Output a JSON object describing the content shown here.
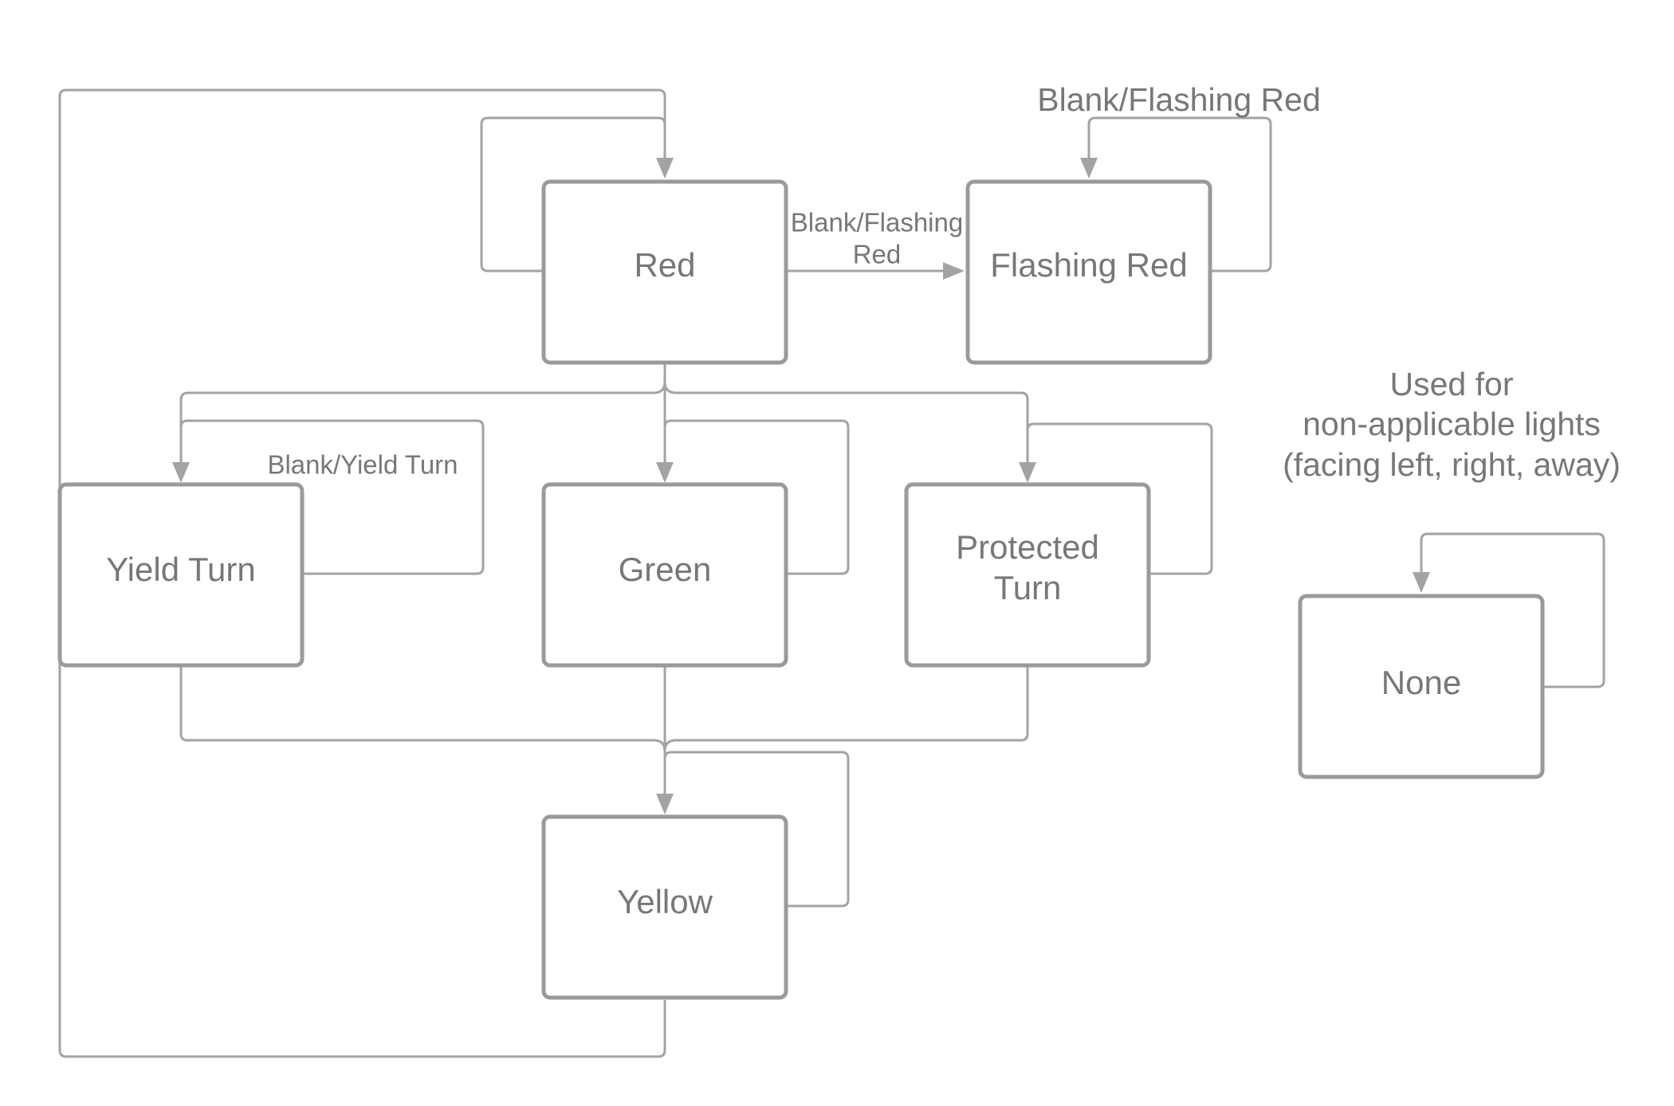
{
  "diagram": {
    "colors": {
      "node_border": "#9a9a9a",
      "edge": "#a3a3a3",
      "text": "#777777",
      "background": "#ffffff"
    },
    "nodes": {
      "red": {
        "label": "Red"
      },
      "flashing_red": {
        "label": "Flashing Red"
      },
      "yield_turn": {
        "label": "Yield Turn"
      },
      "green": {
        "label": "Green"
      },
      "protected_turn": {
        "lines": [
          "Protected",
          "Turn"
        ]
      },
      "yellow": {
        "label": "Yellow"
      },
      "none": {
        "label": "None"
      }
    },
    "edge_labels": {
      "red_to_flashing": [
        "Blank/Flashing",
        "Red"
      ],
      "flashing_self": "Blank/Flashing Red",
      "yield_self": "Blank/Yield Turn"
    },
    "note": {
      "lines": [
        "Used for",
        "non-applicable lights",
        "(facing left, right, away)"
      ]
    },
    "edges": [
      {
        "from": "Red",
        "to": "Red"
      },
      {
        "from": "Red",
        "to": "Flashing Red"
      },
      {
        "from": "Flashing Red",
        "to": "Flashing Red"
      },
      {
        "from": "Red",
        "to": "Yield Turn"
      },
      {
        "from": "Red",
        "to": "Green"
      },
      {
        "from": "Red",
        "to": "Protected Turn"
      },
      {
        "from": "Yield Turn",
        "to": "Yield Turn"
      },
      {
        "from": "Green",
        "to": "Green"
      },
      {
        "from": "Protected Turn",
        "to": "Protected Turn"
      },
      {
        "from": "Yield Turn",
        "to": "Yellow"
      },
      {
        "from": "Green",
        "to": "Yellow"
      },
      {
        "from": "Protected Turn",
        "to": "Yellow"
      },
      {
        "from": "Yellow",
        "to": "Yellow"
      },
      {
        "from": "Yellow",
        "to": "Red"
      },
      {
        "from": "None",
        "to": "None"
      }
    ]
  }
}
